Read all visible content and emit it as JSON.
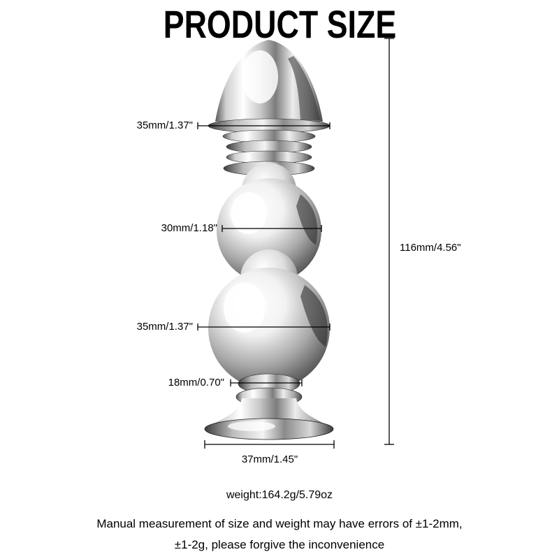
{
  "title": "PRODUCT SIZE",
  "labels": {
    "top_width": "35mm/1.37\"",
    "mid_width": "30mm/1.18\"",
    "lower_width": "35mm/1.37\"",
    "neck_width": "18mm/0.70\"",
    "base_width": "37mm/1.45\"",
    "height": "116mm/4.56\""
  },
  "weight": "weight:164.2g/5.79oz",
  "disclaimer": {
    "line1": "Manual measurement of size and weight may have errors of ±1-2mm,",
    "line2": "±1-2g, please forgive the inconvenience"
  },
  "colors": {
    "line": "#000000",
    "metal_dark": "#4f4f4f",
    "metal_light": "#ffffff"
  }
}
